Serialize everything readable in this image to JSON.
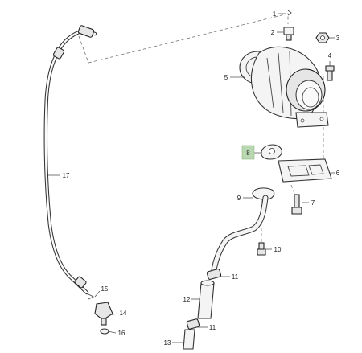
{
  "diagram": {
    "callouts": [
      {
        "id": "1",
        "label": "1"
      },
      {
        "id": "2",
        "label": "2"
      },
      {
        "id": "3",
        "label": "3"
      },
      {
        "id": "4",
        "label": "4"
      },
      {
        "id": "5",
        "label": "5"
      },
      {
        "id": "6",
        "label": "6"
      },
      {
        "id": "7",
        "label": "7"
      },
      {
        "id": "8",
        "label": "8"
      },
      {
        "id": "9",
        "label": "9"
      },
      {
        "id": "10",
        "label": "10"
      },
      {
        "id": "11a",
        "label": "11"
      },
      {
        "id": "11b",
        "label": "11"
      },
      {
        "id": "12",
        "label": "12"
      },
      {
        "id": "13",
        "label": "13"
      },
      {
        "id": "14",
        "label": "14"
      },
      {
        "id": "15",
        "label": "15"
      },
      {
        "id": "16",
        "label": "16"
      },
      {
        "id": "17",
        "label": "17"
      }
    ],
    "highlight_color": "#b9d7b0"
  }
}
